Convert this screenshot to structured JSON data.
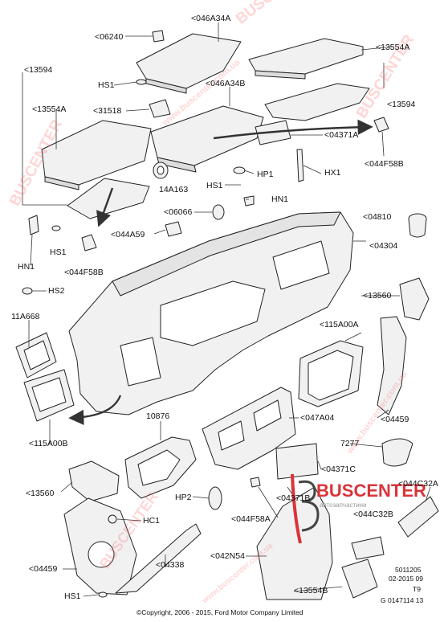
{
  "labels": {
    "l_046A34A": "<046A34A",
    "l_06240": "<06240",
    "l_13554A_tr": "<13554A",
    "l_13594_tl": "<13594",
    "l_13554A_l": "<13554A",
    "l_HS1_a": "HS1",
    "l_31518": "<31518",
    "l_046A34B": "<046A34B",
    "l_13594_r": "<13594",
    "l_04371A": "<04371A",
    "l_044F58B_r": "<044F58B",
    "l_HP1": "HP1",
    "l_HX1": "HX1",
    "l_14A163": "14A163",
    "l_HS1_b": "HS1",
    "l_HN1_r": "HN1",
    "l_06066": "<06066",
    "l_04810": "<04810",
    "l_044A59": "<044A59",
    "l_04304": "<04304",
    "l_HN1_l": "HN1",
    "l_HS1_c": "HS1",
    "l_044F58B_l": "<044F58B",
    "l_HS2": "HS2",
    "l_13560_r": "<13560",
    "l_11A668": "11A668",
    "l_115A00A": "<115A00A",
    "l_04459_r": "<04459",
    "l_10876": "10876",
    "l_047A04": "<047A04",
    "l_115A00B": "<115A00B",
    "l_7277": "7277",
    "l_04371C": "<04371C",
    "l_044C32A": "<044C32A",
    "l_13560_l": "<13560",
    "l_HP2": "HP2",
    "l_04371B": "<04371B",
    "l_044C32B": "<044C32B",
    "l_HC1": "HC1",
    "l_044F58A": "<044F58A",
    "l_04459_l": "<04459",
    "l_04338": "<04338",
    "l_042N54": "<042N54",
    "l_13554B": "<13554B",
    "l_HS1_d": "HS1",
    "ref_1": "5011205",
    "ref_2": "02-2015 09",
    "ref_3": "T9",
    "ref_4": "G 0147114 13"
  },
  "copyright": "©Copyright, 2006 - 2015, Ford Motor Company Limited",
  "watermark": {
    "text_1": "BUSCENTER",
    "text_2": "www.buscenter.com.ua",
    "color": "#ff6a6a"
  },
  "logo": {
    "name": "BUSCENTER",
    "tagline": "автозапчастини",
    "color": "#d9343a"
  }
}
